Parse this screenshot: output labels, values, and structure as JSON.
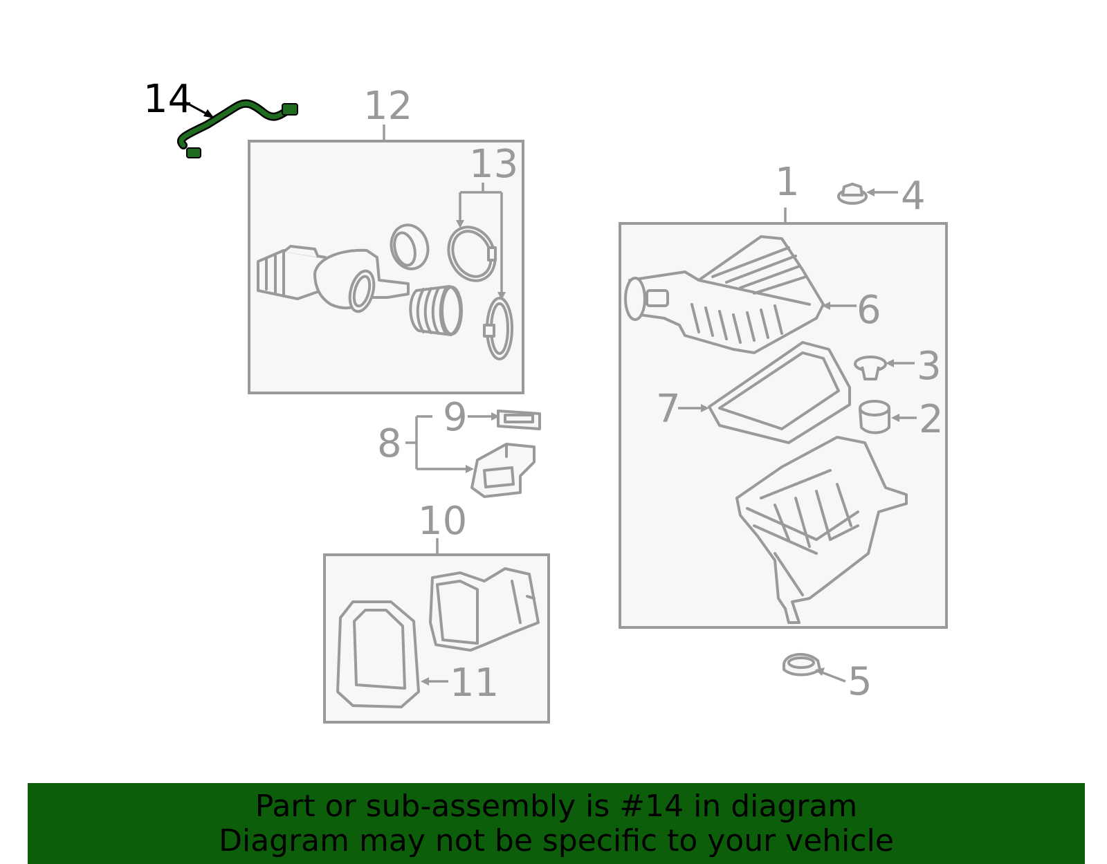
{
  "diagram": {
    "callouts": {
      "c1": "1",
      "c2": "2",
      "c3": "3",
      "c4": "4",
      "c5": "5",
      "c6": "6",
      "c7": "7",
      "c8": "8",
      "c9": "9",
      "c10": "10",
      "c11": "11",
      "c12": "12",
      "c13": "13",
      "c14": "14"
    },
    "highlight_part": "14",
    "colors": {
      "part_gray": "#9a9a9a",
      "box_fill": "#f7f7f7",
      "highlight_green": "#1f6b1f",
      "banner_green": "#0d5e0a",
      "banner_text": "#000000"
    }
  },
  "banner": {
    "line1": "Part or sub-assembly is #14 in diagram",
    "line2": "Diagram may not be specific to your vehicle"
  }
}
